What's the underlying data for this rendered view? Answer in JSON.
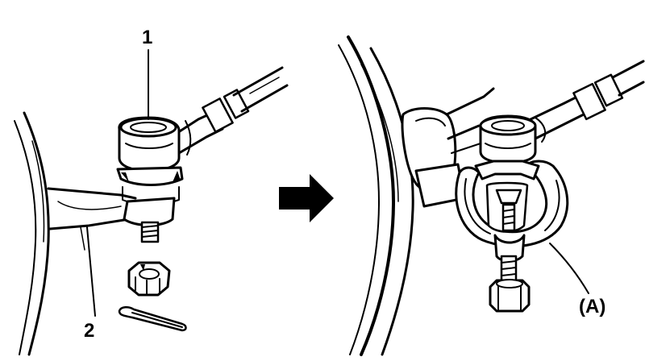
{
  "callouts": {
    "tie_rod_end": "1",
    "knuckle_arm": "2",
    "puller_tool": "(A)"
  },
  "colors": {
    "ink": "#000000",
    "paper": "#ffffff"
  },
  "icons": {
    "step_arrow": "right-arrow-icon"
  }
}
